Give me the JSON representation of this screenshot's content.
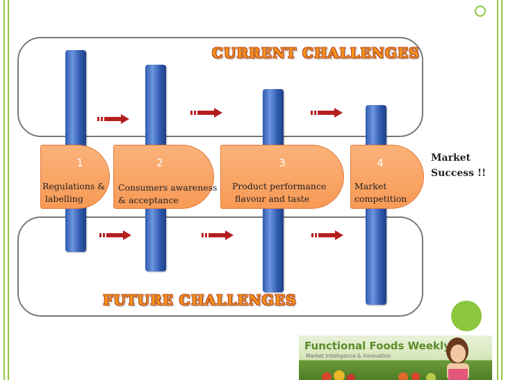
{
  "banners": {
    "current": "CURRENT CHALLENGES",
    "future": "FUTURE CHALLENGES"
  },
  "stages": [
    {
      "number": "1",
      "label": "Regulations &\n labelling"
    },
    {
      "number": "2",
      "label": "Consumers awareness\n& acceptance"
    },
    {
      "number": "3",
      "label": "Product performance\n flavour and taste"
    },
    {
      "number": "4",
      "label": "Market\ncompetition"
    }
  ],
  "outcome": "Market\nSuccess !!",
  "logo": {
    "title": "Functional Foods Weekly",
    "subtitle": "Market Intelligence & Innovation"
  },
  "colors": {
    "accent_green": "#8dc63f",
    "stage_orange": "#f79a55",
    "bar_blue": "#2f5bb0",
    "arrow_red": "#b51e1e",
    "banner_orange": "#f7941d"
  }
}
